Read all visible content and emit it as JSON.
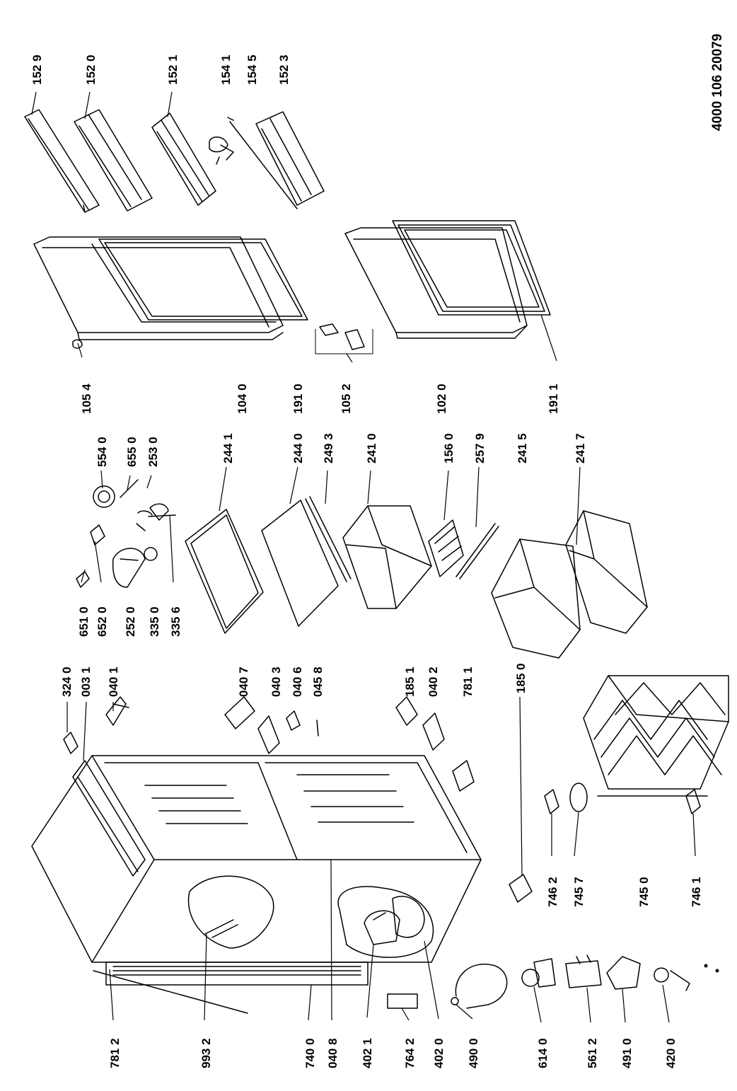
{
  "document_number": "4000 106 20079",
  "part_labels": [
    "152 9",
    "152 0",
    "152 1",
    "154 1",
    "154 5",
    "152 3",
    "105 4",
    "104 0",
    "191 0",
    "105 2",
    "102 0",
    "191 1",
    "651 0",
    "652 0",
    "252 0",
    "335 0",
    "335 6",
    "554 0",
    "655 0",
    "253 0",
    "244 1",
    "244 0",
    "249 3",
    "241 0",
    "156 0",
    "257 9",
    "241 5",
    "241 7",
    "324 0",
    "003 1",
    "040 1",
    "040 7",
    "040 3",
    "040 6",
    "045 8",
    "185 1",
    "040 2",
    "781 1",
    "185 0",
    "781 2",
    "993 2",
    "740 0",
    "040 8",
    "402 1",
    "764 2",
    "402 0",
    "490 0",
    "614 0",
    "561 2",
    "491 0",
    "420 0",
    "746 2",
    "745 7",
    "745 0",
    "746 1"
  ]
}
